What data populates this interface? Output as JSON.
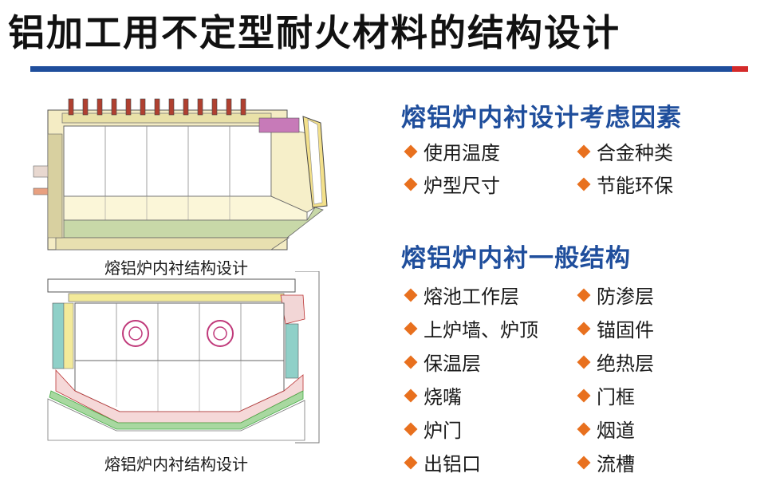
{
  "title": "铝加工用不定型耐火材料的结构设计",
  "colors": {
    "rule_blue": "#1f4e9c",
    "rule_red": "#d42a2a",
    "heading": "#1f4e9c",
    "bullet": "#e8701e"
  },
  "figures": [
    {
      "caption": "熔铝炉内衬结构设计"
    },
    {
      "caption": "熔铝炉内衬结构设计"
    }
  ],
  "sections": [
    {
      "heading": "熔铝炉内衬设计考虑因素",
      "left_items": [
        "使用温度",
        "炉型尺寸"
      ],
      "right_items": [
        "合金种类",
        "节能环保"
      ]
    },
    {
      "heading": "熔铝炉内衬一般结构",
      "left_items": [
        "熔池工作层",
        "上炉墙、炉顶",
        "保温层",
        "烧嘴",
        "炉门",
        "出铝口"
      ],
      "right_items": [
        "防渗层",
        "锚固件",
        "绝热层",
        "门框",
        "烟道",
        "流槽"
      ]
    }
  ],
  "bullet_icon": "diamond-bullet-icon"
}
